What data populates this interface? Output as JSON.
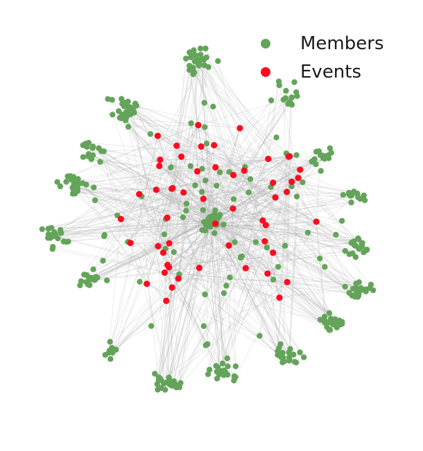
{
  "chart_data": {
    "type": "scatter",
    "title": "",
    "xlabel": "",
    "ylabel": "",
    "axes_visible": false,
    "grid": false,
    "legend_placement": "top-right",
    "series": [
      {
        "name": "Members",
        "color": "#64a45a",
        "approx_count": 420
      },
      {
        "name": "Events",
        "color": "#ff0a1e",
        "approx_count": 54
      }
    ],
    "edge_color": "#b8b8b8",
    "layout_seed": 7
  }
}
